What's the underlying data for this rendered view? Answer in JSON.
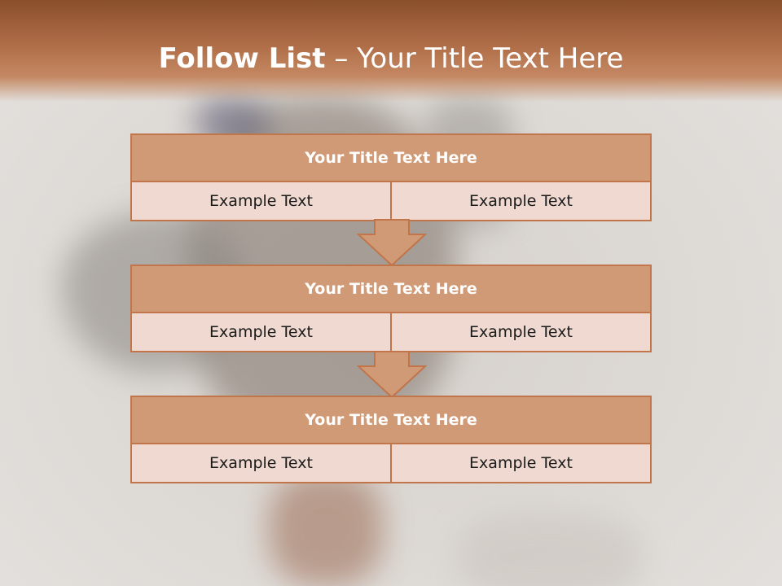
{
  "slide": {
    "title_bold": "Follow List",
    "title_rest": " – Your Title Text Here"
  },
  "blocks": [
    {
      "title": "Your Title Text Here",
      "left": "Example Text",
      "right": "Example Text"
    },
    {
      "title": "Your Title Text Here",
      "left": "Example Text",
      "right": "Example Text"
    },
    {
      "title": "Your Title Text Here",
      "left": "Example Text",
      "right": "Example Text"
    }
  ],
  "colors": {
    "header_top": "#8a4f2b",
    "block_title_fill": "#d09a76",
    "block_cell_fill": "#efd9d0",
    "border": "#c0754a"
  },
  "icons": [
    "down-arrow-icon"
  ]
}
